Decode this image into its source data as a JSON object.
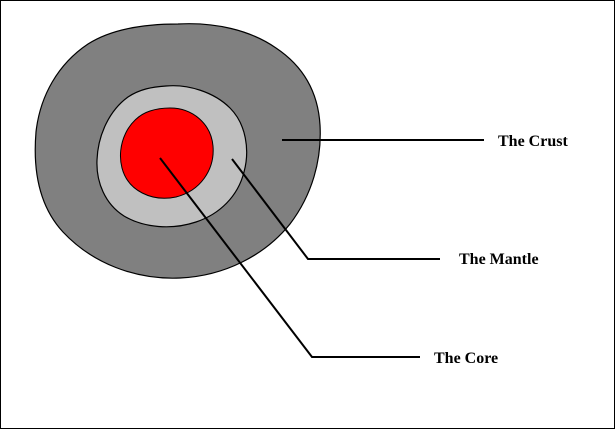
{
  "diagram": {
    "labels": {
      "crust": "The Crust",
      "mantle": "The Mantle",
      "core": "The Core"
    },
    "colors": {
      "crust": "#808080",
      "mantle": "#c0c0c0",
      "core": "#ff0000",
      "outline": "#000000",
      "background": "#ffffff"
    }
  }
}
